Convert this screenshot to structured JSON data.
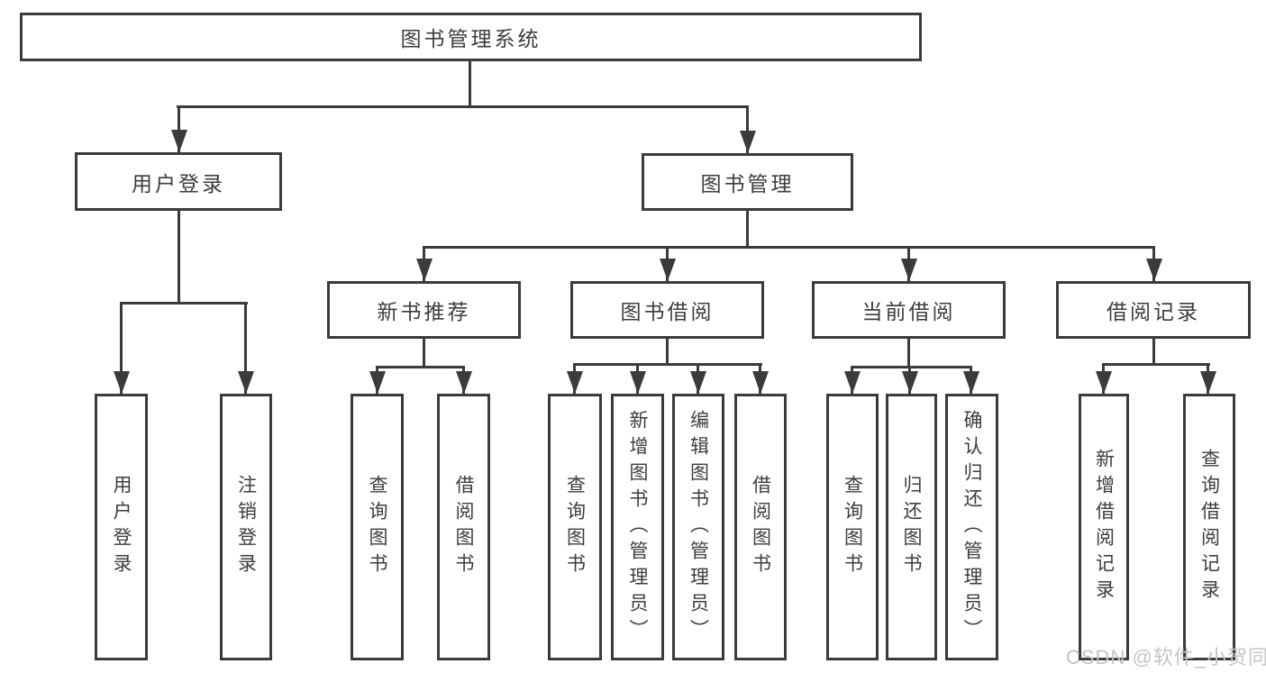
{
  "colors": {
    "line": "#3b3b3b",
    "text": "#3d3d3d",
    "background": "#ffffff",
    "watermark": "#c5c5c5"
  },
  "tree": {
    "label": "图书管理系统",
    "children": [
      {
        "label": "用户登录",
        "children": [
          {
            "label": "用户登录"
          },
          {
            "label": "注销登录"
          }
        ]
      },
      {
        "label": "图书管理",
        "children": [
          {
            "label": "新书推荐",
            "children": [
              {
                "label": "查询图书"
              },
              {
                "label": "借阅图书"
              }
            ]
          },
          {
            "label": "图书借阅",
            "children": [
              {
                "label": "查询图书"
              },
              {
                "label": "新增图书（管理员）"
              },
              {
                "label": "编辑图书（管理员）"
              },
              {
                "label": "借阅图书"
              }
            ]
          },
          {
            "label": "当前借阅",
            "children": [
              {
                "label": "查询图书"
              },
              {
                "label": "归还图书"
              },
              {
                "label": "确认归还（管理员）"
              }
            ]
          },
          {
            "label": "借阅记录",
            "children": [
              {
                "label": "新增借阅记录"
              },
              {
                "label": "查询借阅记录"
              }
            ]
          }
        ]
      }
    ]
  },
  "watermark": {
    "text": "CSDN @软件_小贺同学"
  }
}
